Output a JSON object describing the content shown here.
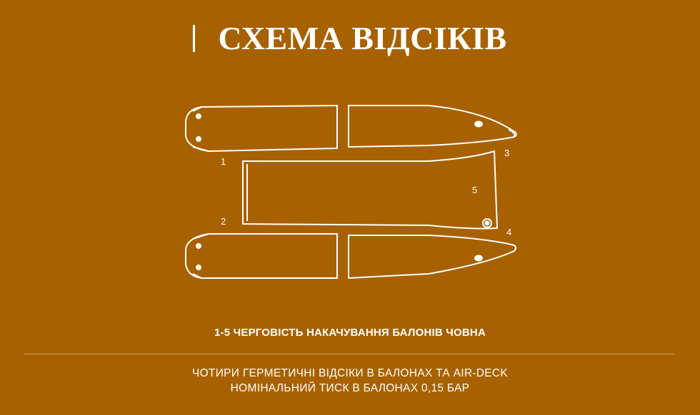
{
  "title": "СХЕМА ВІДСІКІВ",
  "diagram": {
    "compartment_labels": [
      "1",
      "2",
      "3",
      "4",
      "5"
    ]
  },
  "subtitle": "1-5 ЧЕРГОВІСТЬ НАКАЧУВАННЯ БАЛОНІВ ЧОВНА",
  "info": {
    "line1": "ЧОТИРИ ГЕРМЕТИЧНІ ВІДСІКИ В БАЛОНАХ ТА AIR-DECK",
    "line2": "НОМІНАЛЬНИЙ ТИСК В БАЛОНАХ 0,15 БАР"
  },
  "colors": {
    "background": "#A86100",
    "foreground": "#FFFFFF",
    "divider": "#C8985A"
  }
}
